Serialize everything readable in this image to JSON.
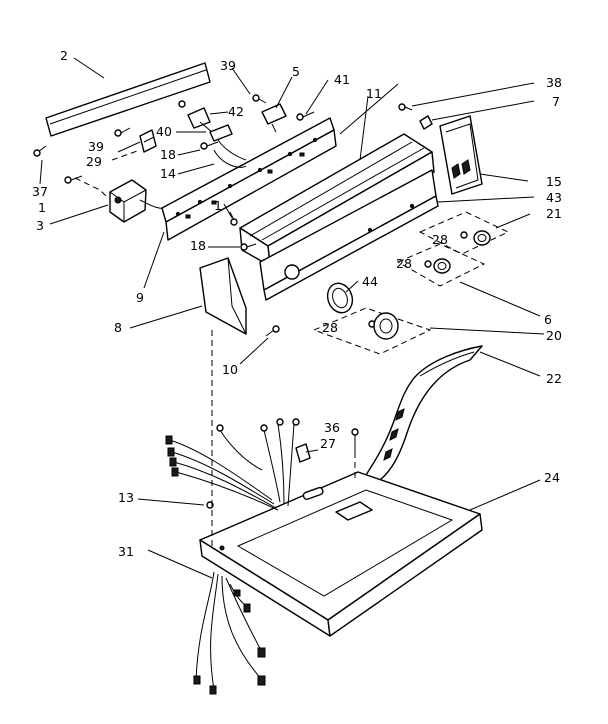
{
  "callouts": [
    {
      "id": "c2",
      "label": "2"
    },
    {
      "id": "c39a",
      "label": "39"
    },
    {
      "id": "c42",
      "label": "42"
    },
    {
      "id": "c5",
      "label": "5"
    },
    {
      "id": "c41",
      "label": "41"
    },
    {
      "id": "c11",
      "label": "11"
    },
    {
      "id": "c38",
      "label": "38"
    },
    {
      "id": "c7",
      "label": "7"
    },
    {
      "id": "c39b",
      "label": "39"
    },
    {
      "id": "c40",
      "label": "40"
    },
    {
      "id": "c29",
      "label": "29"
    },
    {
      "id": "c18a",
      "label": "18"
    },
    {
      "id": "c37",
      "label": "37"
    },
    {
      "id": "c14",
      "label": "14"
    },
    {
      "id": "c15",
      "label": "15"
    },
    {
      "id": "c1a",
      "label": "1"
    },
    {
      "id": "c43",
      "label": "43"
    },
    {
      "id": "c3",
      "label": "3"
    },
    {
      "id": "c21",
      "label": "21"
    },
    {
      "id": "c28a",
      "label": "28"
    },
    {
      "id": "c1b",
      "label": "1"
    },
    {
      "id": "c18b",
      "label": "18"
    },
    {
      "id": "c28b",
      "label": "28"
    },
    {
      "id": "c9",
      "label": "9"
    },
    {
      "id": "c44",
      "label": "44"
    },
    {
      "id": "c8",
      "label": "8"
    },
    {
      "id": "c6",
      "label": "6"
    },
    {
      "id": "c28c",
      "label": "28"
    },
    {
      "id": "c20",
      "label": "20"
    },
    {
      "id": "c10",
      "label": "10"
    },
    {
      "id": "c22",
      "label": "22"
    },
    {
      "id": "c36",
      "label": "36"
    },
    {
      "id": "c27",
      "label": "27"
    },
    {
      "id": "c24",
      "label": "24"
    },
    {
      "id": "c13",
      "label": "13"
    },
    {
      "id": "c31",
      "label": "31"
    }
  ]
}
